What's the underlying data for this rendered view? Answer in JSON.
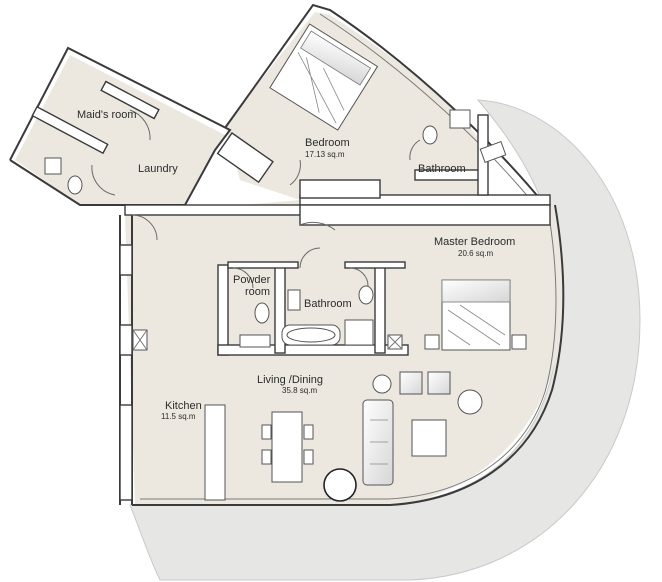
{
  "rooms": {
    "maids_room": {
      "name": "Maid's room"
    },
    "laundry": {
      "name": "Laundry"
    },
    "bedroom": {
      "name": "Bedroom",
      "area": "17.13 sq.m"
    },
    "bathroom_bedroom": {
      "name": "Bathroom"
    },
    "master_bedroom": {
      "name": "Master Bedroom",
      "area": "20.6 sq.m"
    },
    "powder_room": {
      "name_line1": "Powder",
      "name_line2": "room"
    },
    "bathroom_shared": {
      "name": "Bathroom"
    },
    "living_dining": {
      "name": "Living /Dining",
      "area": "35.8 sq.m"
    },
    "kitchen": {
      "name": "Kitchen",
      "area": "11.5 sq.m"
    }
  },
  "colors": {
    "floor": "#ece8df",
    "wall": "#ffffff",
    "wall_outline": "#3a3a3a",
    "terrace": "#e6e6e4",
    "furniture": "#ffffff"
  }
}
